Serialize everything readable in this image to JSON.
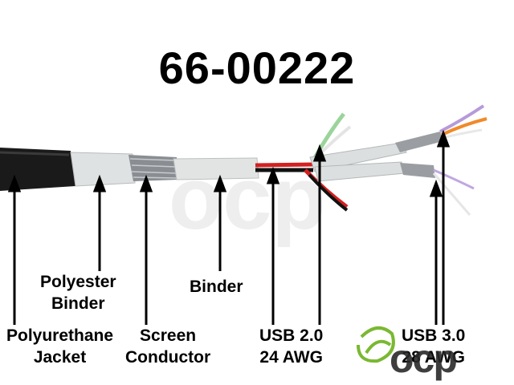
{
  "title": "66-00222",
  "labels": {
    "jacket": [
      "Polyurethane",
      "Jacket"
    ],
    "polyester_binder": [
      "Polyester",
      "Binder"
    ],
    "screen": [
      "Screen",
      "Conductor"
    ],
    "binder": [
      "Binder"
    ],
    "usb2": [
      "USB 2.0",
      "24 AWG"
    ],
    "usb3": [
      "USB 3.0",
      "28 AWG"
    ]
  },
  "logo": {
    "text": "ocp",
    "accent_color": "#7ab832"
  },
  "colors": {
    "jacket": "#1a1a1a",
    "foil": "#d8dcdc",
    "braid": "#8a8e92",
    "arrow": "#000000",
    "wire_red": "#d42020",
    "wire_green": "#9bd49b",
    "wire_orange": "#f08a2a",
    "wire_purple": "#b69ad8"
  }
}
